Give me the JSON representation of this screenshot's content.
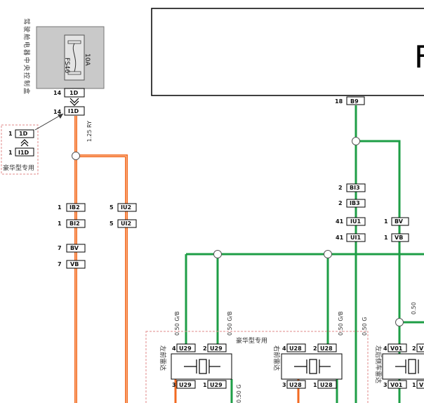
{
  "fuse_box": {
    "title": "驾驶舱电器中央控制盒",
    "fuse_name": "FS46",
    "fuse_rating": "10A"
  },
  "module_box": {
    "label": "F"
  },
  "colors": {
    "orange_wire": "#f26a21",
    "green_wire": "#1e9e46",
    "dashed_border": "#e08a8a"
  },
  "left_branch": {
    "wire_spec": "1.25 RY",
    "connectors": [
      {
        "pin": "14",
        "code": "1D"
      },
      {
        "pin": "14",
        "code": "I1D"
      },
      {
        "pin": "1",
        "code": "IB2"
      },
      {
        "pin": "1",
        "code": "BI2"
      },
      {
        "pin": "7",
        "code": "BV"
      },
      {
        "pin": "7",
        "code": "VB"
      },
      {
        "pin": "5",
        "code": "IU2"
      },
      {
        "pin": "5",
        "code": "UI2"
      }
    ]
  },
  "deluxe_inset": {
    "label": "豪华型专用",
    "connectors": [
      {
        "pin": "1",
        "code": "1D"
      },
      {
        "pin": "1",
        "code": "I1D"
      }
    ]
  },
  "green_branch": {
    "connectors": [
      {
        "pin": "18",
        "code": "B9"
      },
      {
        "pin": "2",
        "code": "BI3"
      },
      {
        "pin": "2",
        "code": "IB3"
      },
      {
        "pin": "41",
        "code": "IU1"
      },
      {
        "pin": "41",
        "code": "UI1"
      },
      {
        "pin": "1",
        "code": "BV"
      },
      {
        "pin": "1",
        "code": "VB"
      }
    ],
    "wire_labels": [
      "0.50 G/B",
      "0.50 G/B",
      "0.50 G/B",
      "0.50 G",
      "0.50"
    ]
  },
  "bottom_group": {
    "label": "豪华型专用",
    "sensors": [
      {
        "name": "左前雷达",
        "top_pins": [
          {
            "pin": "4",
            "code": "U29"
          },
          {
            "pin": "2",
            "code": "U29"
          }
        ],
        "bottom_pins": [
          {
            "pin": "3",
            "code": "U29"
          },
          {
            "pin": "1",
            "code": "U29"
          }
        ]
      },
      {
        "name": "右前雷达",
        "top_pins": [
          {
            "pin": "4",
            "code": "U28"
          },
          {
            "pin": "2",
            "code": "U28"
          }
        ],
        "bottom_pins": [
          {
            "pin": "3",
            "code": "U28"
          },
          {
            "pin": "1",
            "code": "U28"
          }
        ]
      },
      {
        "name": "左后侧车雷达",
        "top_pins": [
          {
            "pin": "4",
            "code": "V01"
          },
          {
            "pin": "2",
            "code": "V"
          }
        ],
        "bottom_pins": [
          {
            "pin": "3",
            "code": "V01"
          },
          {
            "pin": "1",
            "code": "V"
          }
        ]
      }
    ],
    "wire_label_bottom": "0.50 G"
  }
}
